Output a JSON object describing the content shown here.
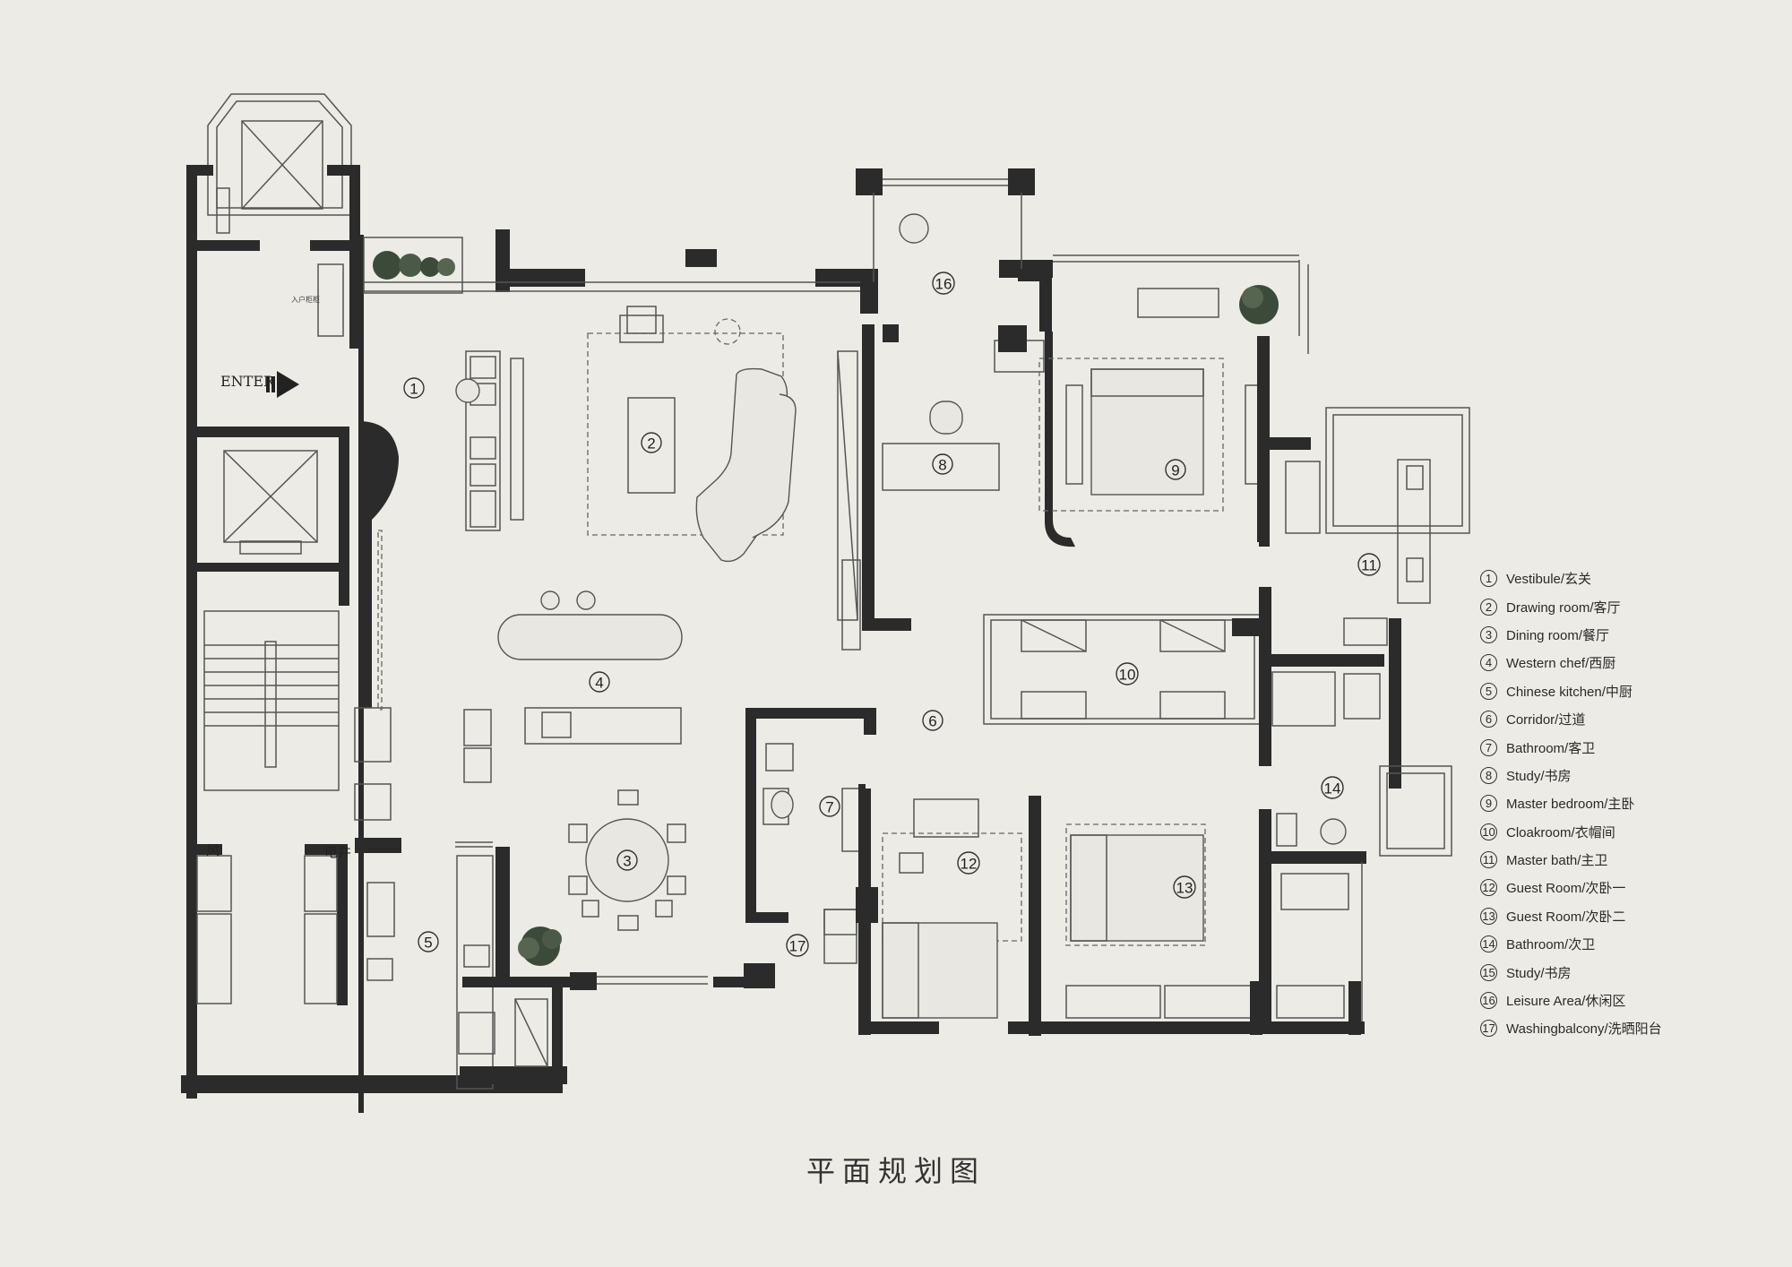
{
  "title": "平面规划图",
  "enter_label": "ENTER",
  "rooms": [
    {
      "number": "1",
      "label": "Vestibule/玄关"
    },
    {
      "number": "2",
      "label": "Drawing room/客厅"
    },
    {
      "number": "3",
      "label": "Dining room/餐厅"
    },
    {
      "number": "4",
      "label": "Western chef/西厨"
    },
    {
      "number": "5",
      "label": "Chinese kitchen/中厨"
    },
    {
      "number": "6",
      "label": "Corridor/过道"
    },
    {
      "number": "7",
      "label": "Bathroom/客卫"
    },
    {
      "number": "8",
      "label": "Study/书房"
    },
    {
      "number": "9",
      "label": "Master bedroom/主卧"
    },
    {
      "number": "10",
      "label": "Cloakroom/衣帽间"
    },
    {
      "number": "11",
      "label": "Master bath/主卫"
    },
    {
      "number": "12",
      "label": "Guest Room/次卧一"
    },
    {
      "number": "13",
      "label": "Guest Room/次卧二"
    },
    {
      "number": "14",
      "label": "Bathroom/次卫"
    },
    {
      "number": "15",
      "label": "Study/书房"
    },
    {
      "number": "16",
      "label": "Leisure Area/休闲区"
    },
    {
      "number": "17",
      "label": "Washingbalcony/洗晒阳台"
    }
  ],
  "core_labels": {
    "wind": "风",
    "shaft": "电井"
  },
  "colors": {
    "background": "#ecebe5",
    "wall": "#2b2b2b",
    "line": "#555555"
  }
}
